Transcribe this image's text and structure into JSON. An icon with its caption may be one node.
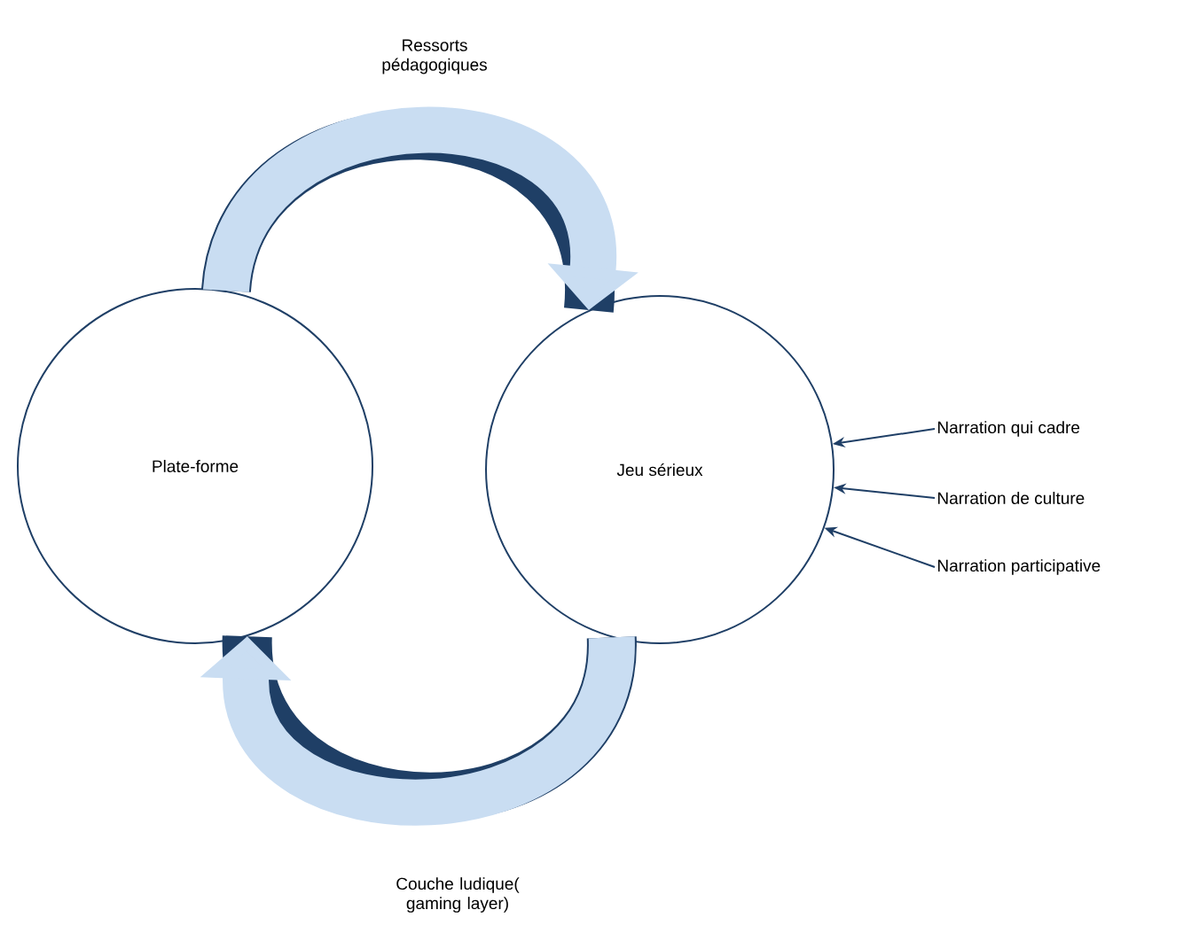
{
  "diagram": {
    "nodes": [
      {
        "text": [
          "Plate-forme"
        ]
      },
      {
        "text": [
          "Jeu sérieux"
        ]
      },
      {
        "text": [
          "Narration qui cadre"
        ]
      },
      {
        "text": [
          "Narration de culture"
        ]
      },
      {
        "text": [
          "Narration participative"
        ]
      }
    ],
    "edges": [
      {
        "from": 0,
        "to": 1,
        "arrow": "to",
        "label": "Ressorts pédagogiques",
        "style": "thick",
        "color": "#c9ddf2"
      },
      {
        "from": 1,
        "to": 0,
        "arrow": "to",
        "label": "Couche ludique( gaming layer)",
        "style": "thick",
        "color": "#c9ddf2"
      },
      {
        "from": 2,
        "to": 1,
        "arrow": "to"
      },
      {
        "from": 3,
        "to": 1,
        "arrow": "to"
      },
      {
        "from": 4,
        "to": 1,
        "arrow": "to"
      }
    ]
  }
}
